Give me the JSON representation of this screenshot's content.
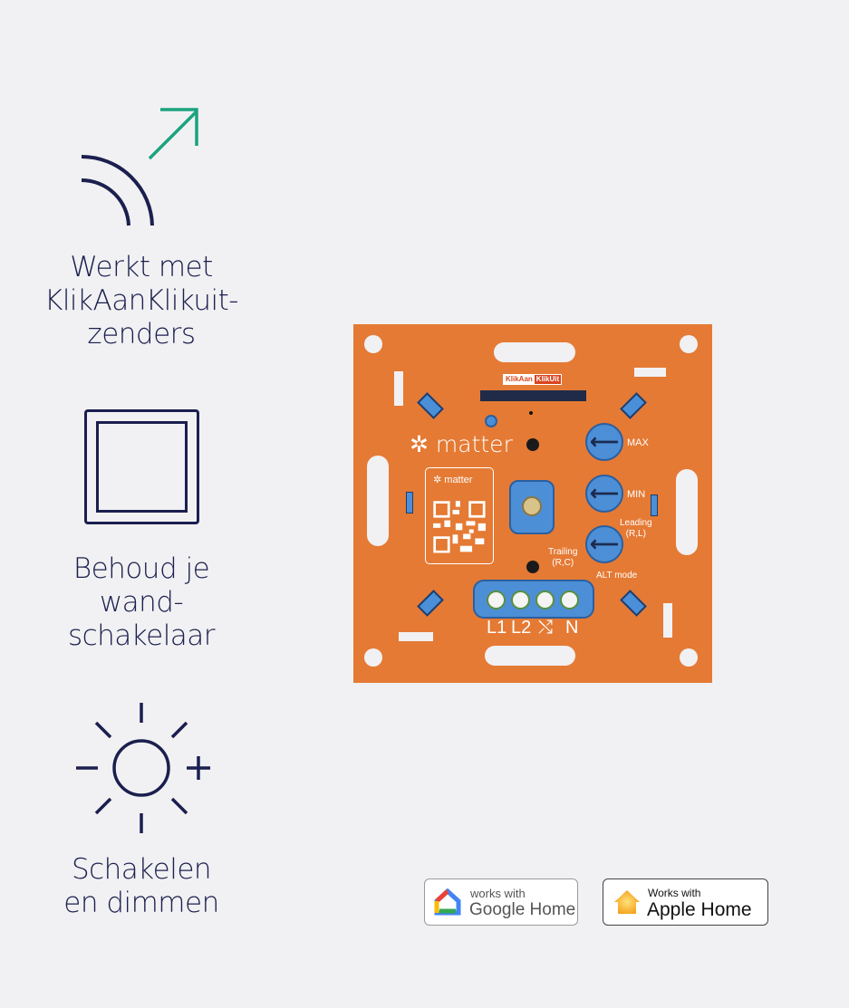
{
  "features": [
    {
      "icon": "signal-arrow-icon",
      "lines": [
        "Werkt met",
        "KlikAanKlikuit-",
        "zenders"
      ]
    },
    {
      "icon": "wall-switch-icon",
      "lines": [
        "Behoud je",
        "wand-",
        "schakelaar"
      ]
    },
    {
      "icon": "brightness-plus-icon",
      "lines": [
        "Schakelen",
        "en dimmen"
      ]
    }
  ],
  "device": {
    "brand_label_a": "KlikAan",
    "brand_label_b": "KlikUit",
    "matter_logo": "matter",
    "qr_matter_logo": "matter",
    "max": "MAX",
    "min": "MIN",
    "leading": "Leading",
    "leading_sub": "(R,L)",
    "trailing": "Trailing",
    "trailing_sub": "(R,C)",
    "alt_mode": "ALT mode",
    "terminals": [
      "L1",
      "L2",
      "⤭",
      "N"
    ]
  },
  "badges": {
    "google": {
      "small": "works with",
      "big": "Google Home"
    },
    "apple": {
      "small": "Works with",
      "big": "Apple Home"
    }
  },
  "colors": {
    "navy": "#1b1f4e",
    "teal": "#1aa37f",
    "orange": "#e57a34",
    "blue": "#4d8fd6"
  }
}
